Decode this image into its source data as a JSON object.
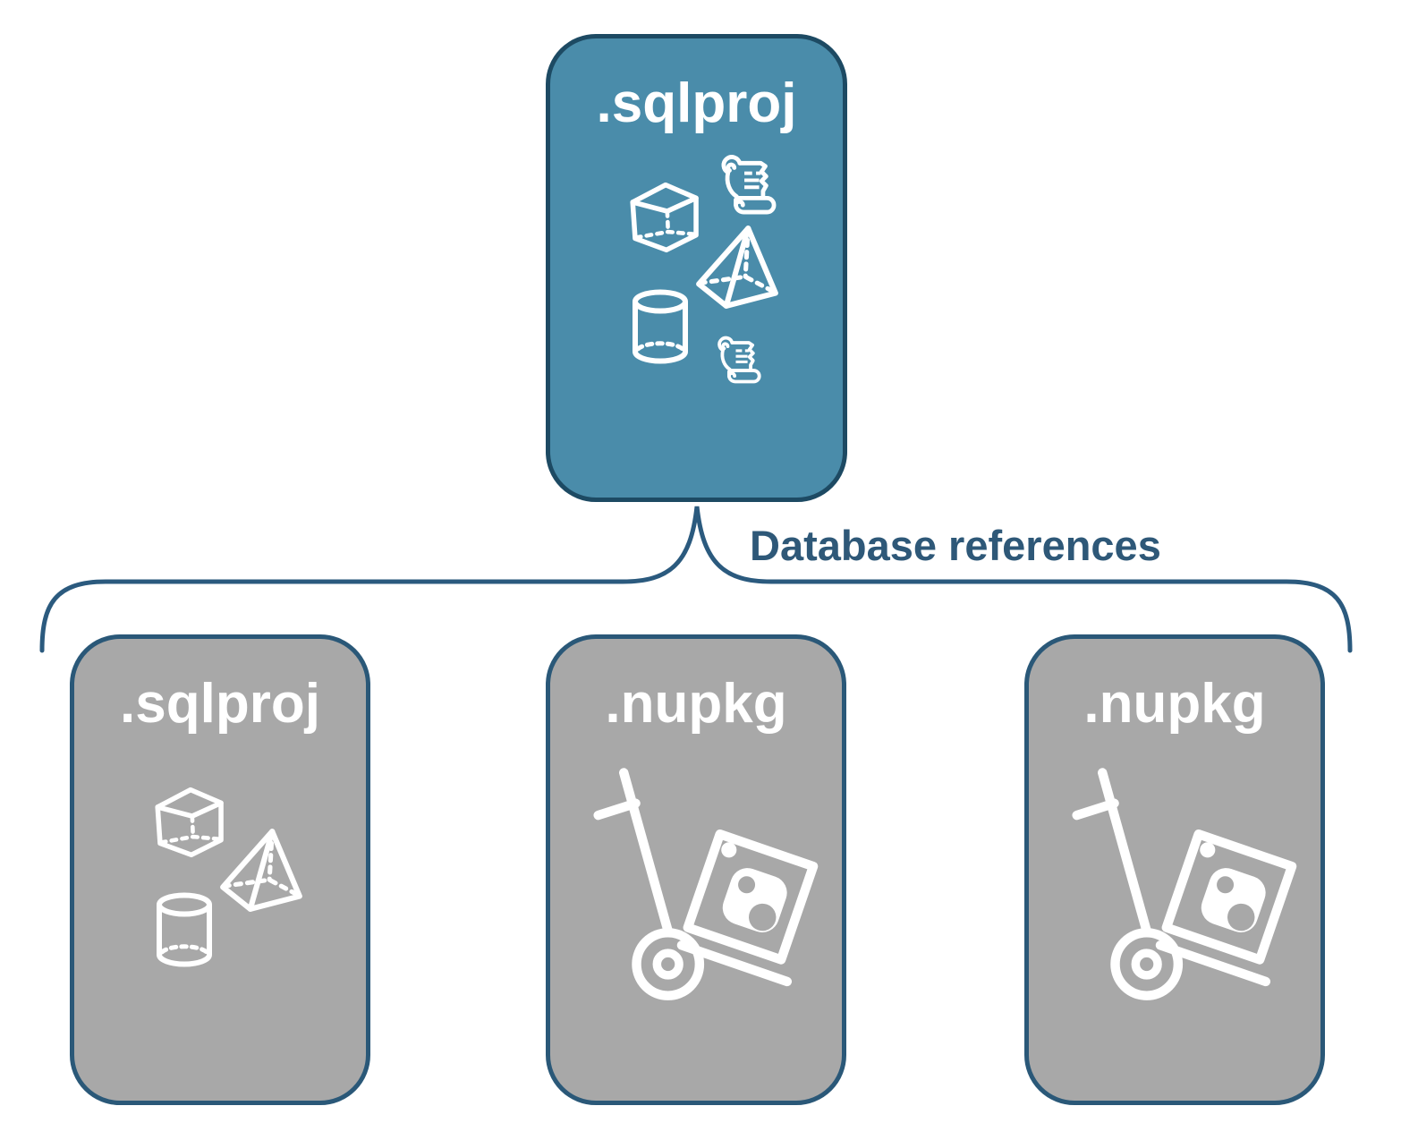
{
  "connector": {
    "label": "Database references"
  },
  "root_box": {
    "title": ".sqlproj"
  },
  "child_boxes": [
    {
      "title": ".sqlproj"
    },
    {
      "title": ".nupkg"
    },
    {
      "title": ".nupkg"
    }
  ],
  "icons": {
    "root_box": [
      "cube-icon",
      "scroll-icon",
      "pyramid-icon",
      "cylinder-icon",
      "scroll-icon"
    ],
    "child_sqlproj": [
      "cube-icon",
      "pyramid-icon",
      "cylinder-icon"
    ],
    "child_nupkg": [
      "nuget-handtruck-icon"
    ]
  },
  "colors": {
    "root_fill": "#4a8caa",
    "root_border": "#1d4a63",
    "child_fill": "#a8a8a8",
    "child_border": "#2a5878",
    "connector_stroke": "#2b5a7e",
    "label_text": "#2e5878",
    "icon_stroke": "#ffffff"
  }
}
